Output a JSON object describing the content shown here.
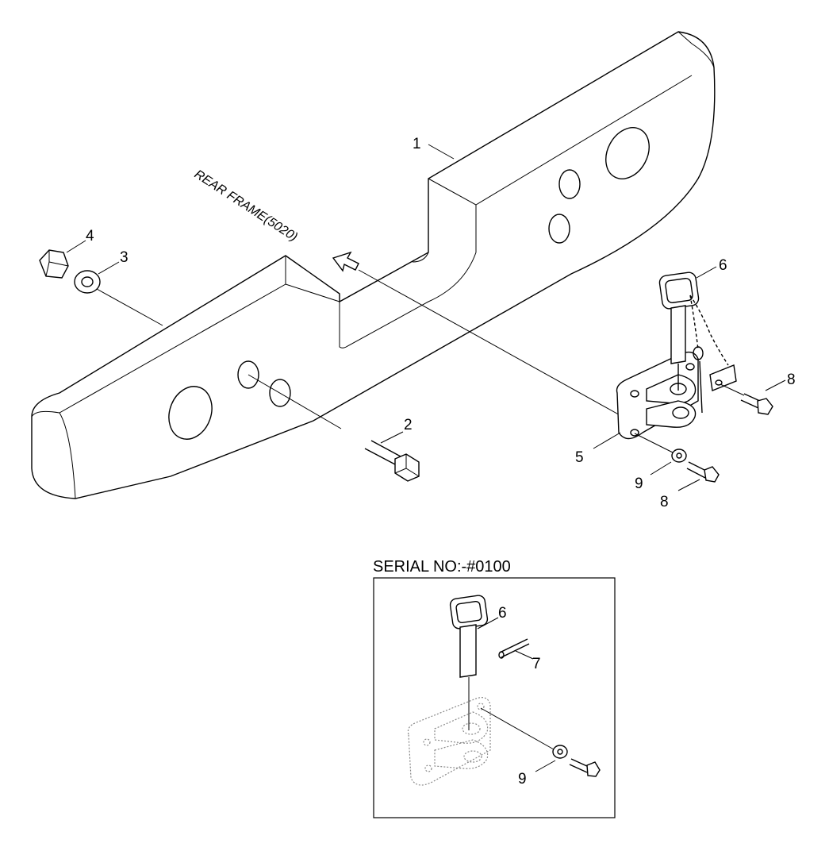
{
  "labels": {
    "rear_frame": "REAR FRAME(5020)",
    "serial": "SERIAL NO:-#0100"
  },
  "callouts": {
    "p1": "1",
    "p2": "2",
    "p3": "3",
    "p4": "4",
    "p5": "5",
    "p6": "6",
    "p8a": "8",
    "p8b": "8",
    "p9": "9",
    "inset_p6": "6",
    "inset_p7": "7",
    "inset_p9": "9"
  }
}
